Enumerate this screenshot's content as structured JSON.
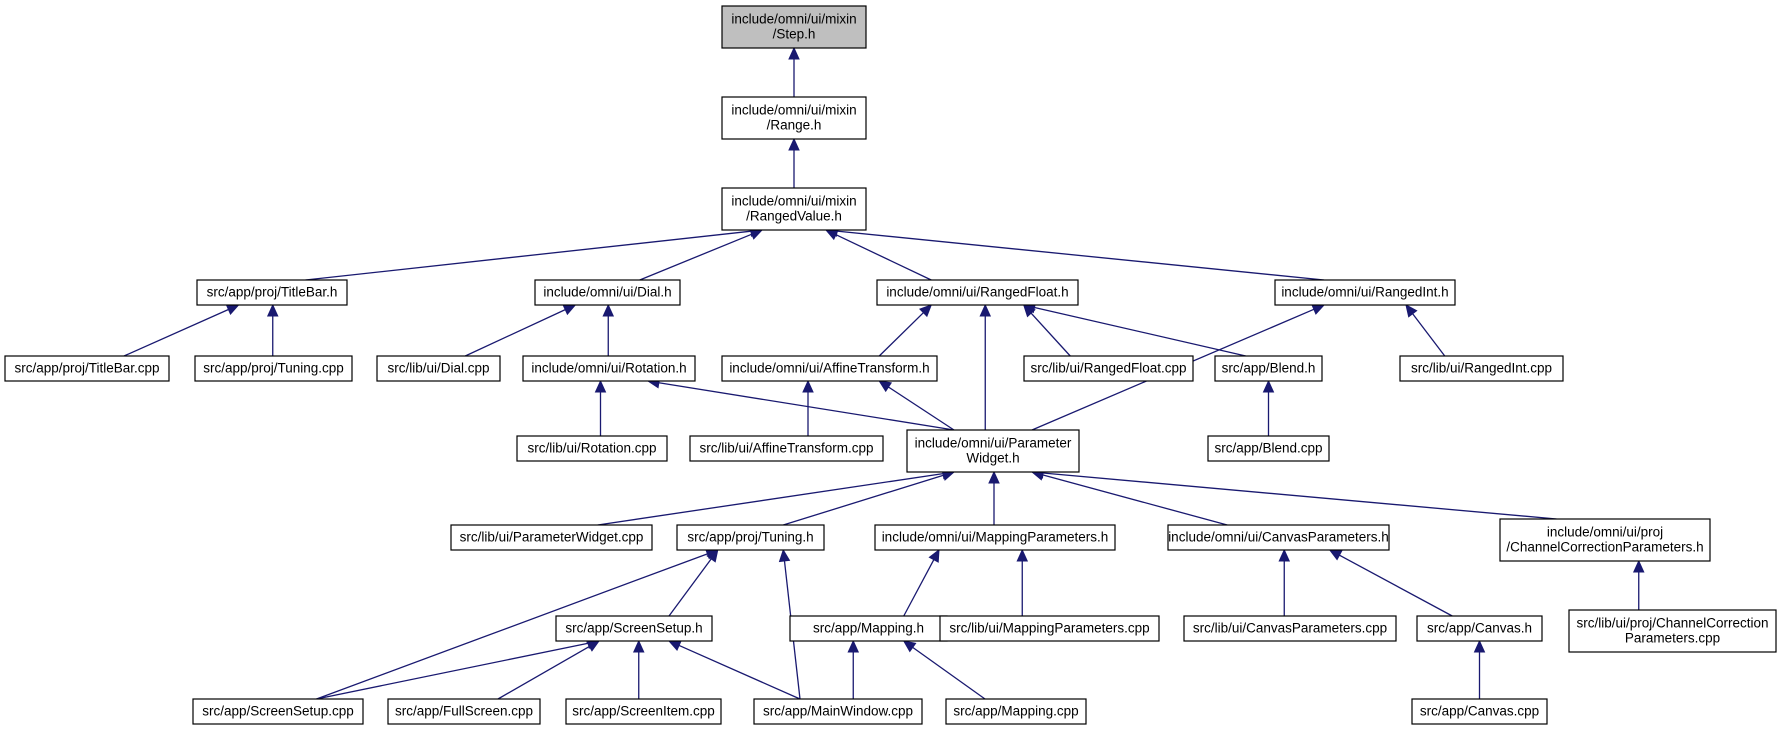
{
  "graph": {
    "edge_color": "#191970",
    "root_fill": "#bfbfbf",
    "nodes": [
      {
        "id": "step_h",
        "lines": [
          "include/omni/ui/mixin",
          "/Step.h"
        ],
        "root": true
      },
      {
        "id": "range_h",
        "lines": [
          "include/omni/ui/mixin",
          "/Range.h"
        ]
      },
      {
        "id": "rangedvalue_h",
        "lines": [
          "include/omni/ui/mixin",
          "/RangedValue.h"
        ]
      },
      {
        "id": "titlebar_h",
        "lines": [
          "src/app/proj/TitleBar.h"
        ]
      },
      {
        "id": "dial_h",
        "lines": [
          "include/omni/ui/Dial.h"
        ]
      },
      {
        "id": "rangedfloat_h",
        "lines": [
          "include/omni/ui/RangedFloat.h"
        ]
      },
      {
        "id": "rangedint_h",
        "lines": [
          "include/omni/ui/RangedInt.h"
        ]
      },
      {
        "id": "titlebar_cpp",
        "lines": [
          "src/app/proj/TitleBar.cpp"
        ]
      },
      {
        "id": "tuning_cpp",
        "lines": [
          "src/app/proj/Tuning.cpp"
        ]
      },
      {
        "id": "dial_cpp",
        "lines": [
          "src/lib/ui/Dial.cpp"
        ]
      },
      {
        "id": "rotation_h",
        "lines": [
          "include/omni/ui/Rotation.h"
        ]
      },
      {
        "id": "affinetransform_h",
        "lines": [
          "include/omni/ui/AffineTransform.h"
        ]
      },
      {
        "id": "rangedfloat_cpp",
        "lines": [
          "src/lib/ui/RangedFloat.cpp"
        ]
      },
      {
        "id": "blend_h",
        "lines": [
          "src/app/Blend.h"
        ]
      },
      {
        "id": "rangedint_cpp",
        "lines": [
          "src/lib/ui/RangedInt.cpp"
        ]
      },
      {
        "id": "rotation_cpp",
        "lines": [
          "src/lib/ui/Rotation.cpp"
        ]
      },
      {
        "id": "affinetransform_cpp",
        "lines": [
          "src/lib/ui/AffineTransform.cpp"
        ]
      },
      {
        "id": "parameterwidget_h",
        "lines": [
          "include/omni/ui/Parameter",
          "Widget.h"
        ]
      },
      {
        "id": "blend_cpp",
        "lines": [
          "src/app/Blend.cpp"
        ]
      },
      {
        "id": "parameterwidget_cpp",
        "lines": [
          "src/lib/ui/ParameterWidget.cpp"
        ]
      },
      {
        "id": "tuning_h",
        "lines": [
          "src/app/proj/Tuning.h"
        ]
      },
      {
        "id": "mappingparameters_h",
        "lines": [
          "include/omni/ui/MappingParameters.h"
        ]
      },
      {
        "id": "canvasparameters_h",
        "lines": [
          "include/omni/ui/CanvasParameters.h"
        ]
      },
      {
        "id": "channelcorrection_h",
        "lines": [
          "include/omni/ui/proj",
          "/ChannelCorrectionParameters.h"
        ]
      },
      {
        "id": "screensetup_h",
        "lines": [
          "src/app/ScreenSetup.h"
        ]
      },
      {
        "id": "mapping_h",
        "lines": [
          "src/app/Mapping.h"
        ]
      },
      {
        "id": "mappingparameters_cpp",
        "lines": [
          "src/lib/ui/MappingParameters.cpp"
        ]
      },
      {
        "id": "canvasparameters_cpp",
        "lines": [
          "src/lib/ui/CanvasParameters.cpp"
        ]
      },
      {
        "id": "canvas_h",
        "lines": [
          "src/app/Canvas.h"
        ]
      },
      {
        "id": "channelcorrection_cpp",
        "lines": [
          "src/lib/ui/proj/ChannelCorrection",
          "Parameters.cpp"
        ]
      },
      {
        "id": "screensetup_cpp",
        "lines": [
          "src/app/ScreenSetup.cpp"
        ]
      },
      {
        "id": "fullscreen_cpp",
        "lines": [
          "src/app/FullScreen.cpp"
        ]
      },
      {
        "id": "screenitem_cpp",
        "lines": [
          "src/app/ScreenItem.cpp"
        ]
      },
      {
        "id": "mainwindow_cpp",
        "lines": [
          "src/app/MainWindow.cpp"
        ]
      },
      {
        "id": "mapping_cpp",
        "lines": [
          "src/app/Mapping.cpp"
        ]
      },
      {
        "id": "canvas_cpp",
        "lines": [
          "src/app/Canvas.cpp"
        ]
      }
    ],
    "edges": [
      [
        "range_h",
        "step_h"
      ],
      [
        "rangedvalue_h",
        "range_h"
      ],
      [
        "titlebar_h",
        "rangedvalue_h"
      ],
      [
        "dial_h",
        "rangedvalue_h"
      ],
      [
        "rangedfloat_h",
        "rangedvalue_h"
      ],
      [
        "rangedint_h",
        "rangedvalue_h"
      ],
      [
        "titlebar_cpp",
        "titlebar_h"
      ],
      [
        "tuning_cpp",
        "titlebar_h"
      ],
      [
        "dial_cpp",
        "dial_h"
      ],
      [
        "rotation_h",
        "dial_h"
      ],
      [
        "affinetransform_h",
        "rangedfloat_h"
      ],
      [
        "rangedfloat_cpp",
        "rangedfloat_h"
      ],
      [
        "blend_h",
        "rangedfloat_h"
      ],
      [
        "parameterwidget_h",
        "rangedfloat_h"
      ],
      [
        "rangedint_cpp",
        "rangedint_h"
      ],
      [
        "parameterwidget_h",
        "rangedint_h"
      ],
      [
        "rotation_cpp",
        "rotation_h"
      ],
      [
        "parameterwidget_h",
        "rotation_h"
      ],
      [
        "affinetransform_cpp",
        "affinetransform_h"
      ],
      [
        "parameterwidget_h",
        "affinetransform_h"
      ],
      [
        "blend_cpp",
        "blend_h"
      ],
      [
        "parameterwidget_cpp",
        "parameterwidget_h"
      ],
      [
        "tuning_h",
        "parameterwidget_h"
      ],
      [
        "mappingparameters_h",
        "parameterwidget_h"
      ],
      [
        "canvasparameters_h",
        "parameterwidget_h"
      ],
      [
        "channelcorrection_h",
        "parameterwidget_h"
      ],
      [
        "screensetup_cpp",
        "tuning_h"
      ],
      [
        "screensetup_h",
        "tuning_h"
      ],
      [
        "mainwindow_cpp",
        "tuning_h"
      ],
      [
        "mapping_h",
        "mappingparameters_h"
      ],
      [
        "mappingparameters_cpp",
        "mappingparameters_h"
      ],
      [
        "canvasparameters_cpp",
        "canvasparameters_h"
      ],
      [
        "canvas_h",
        "canvasparameters_h"
      ],
      [
        "channelcorrection_cpp",
        "channelcorrection_h"
      ],
      [
        "screensetup_cpp",
        "screensetup_h"
      ],
      [
        "fullscreen_cpp",
        "screensetup_h"
      ],
      [
        "screenitem_cpp",
        "screensetup_h"
      ],
      [
        "mainwindow_cpp",
        "screensetup_h"
      ],
      [
        "mainwindow_cpp",
        "mapping_h"
      ],
      [
        "mapping_cpp",
        "mapping_h"
      ],
      [
        "canvas_cpp",
        "canvas_h"
      ]
    ]
  }
}
